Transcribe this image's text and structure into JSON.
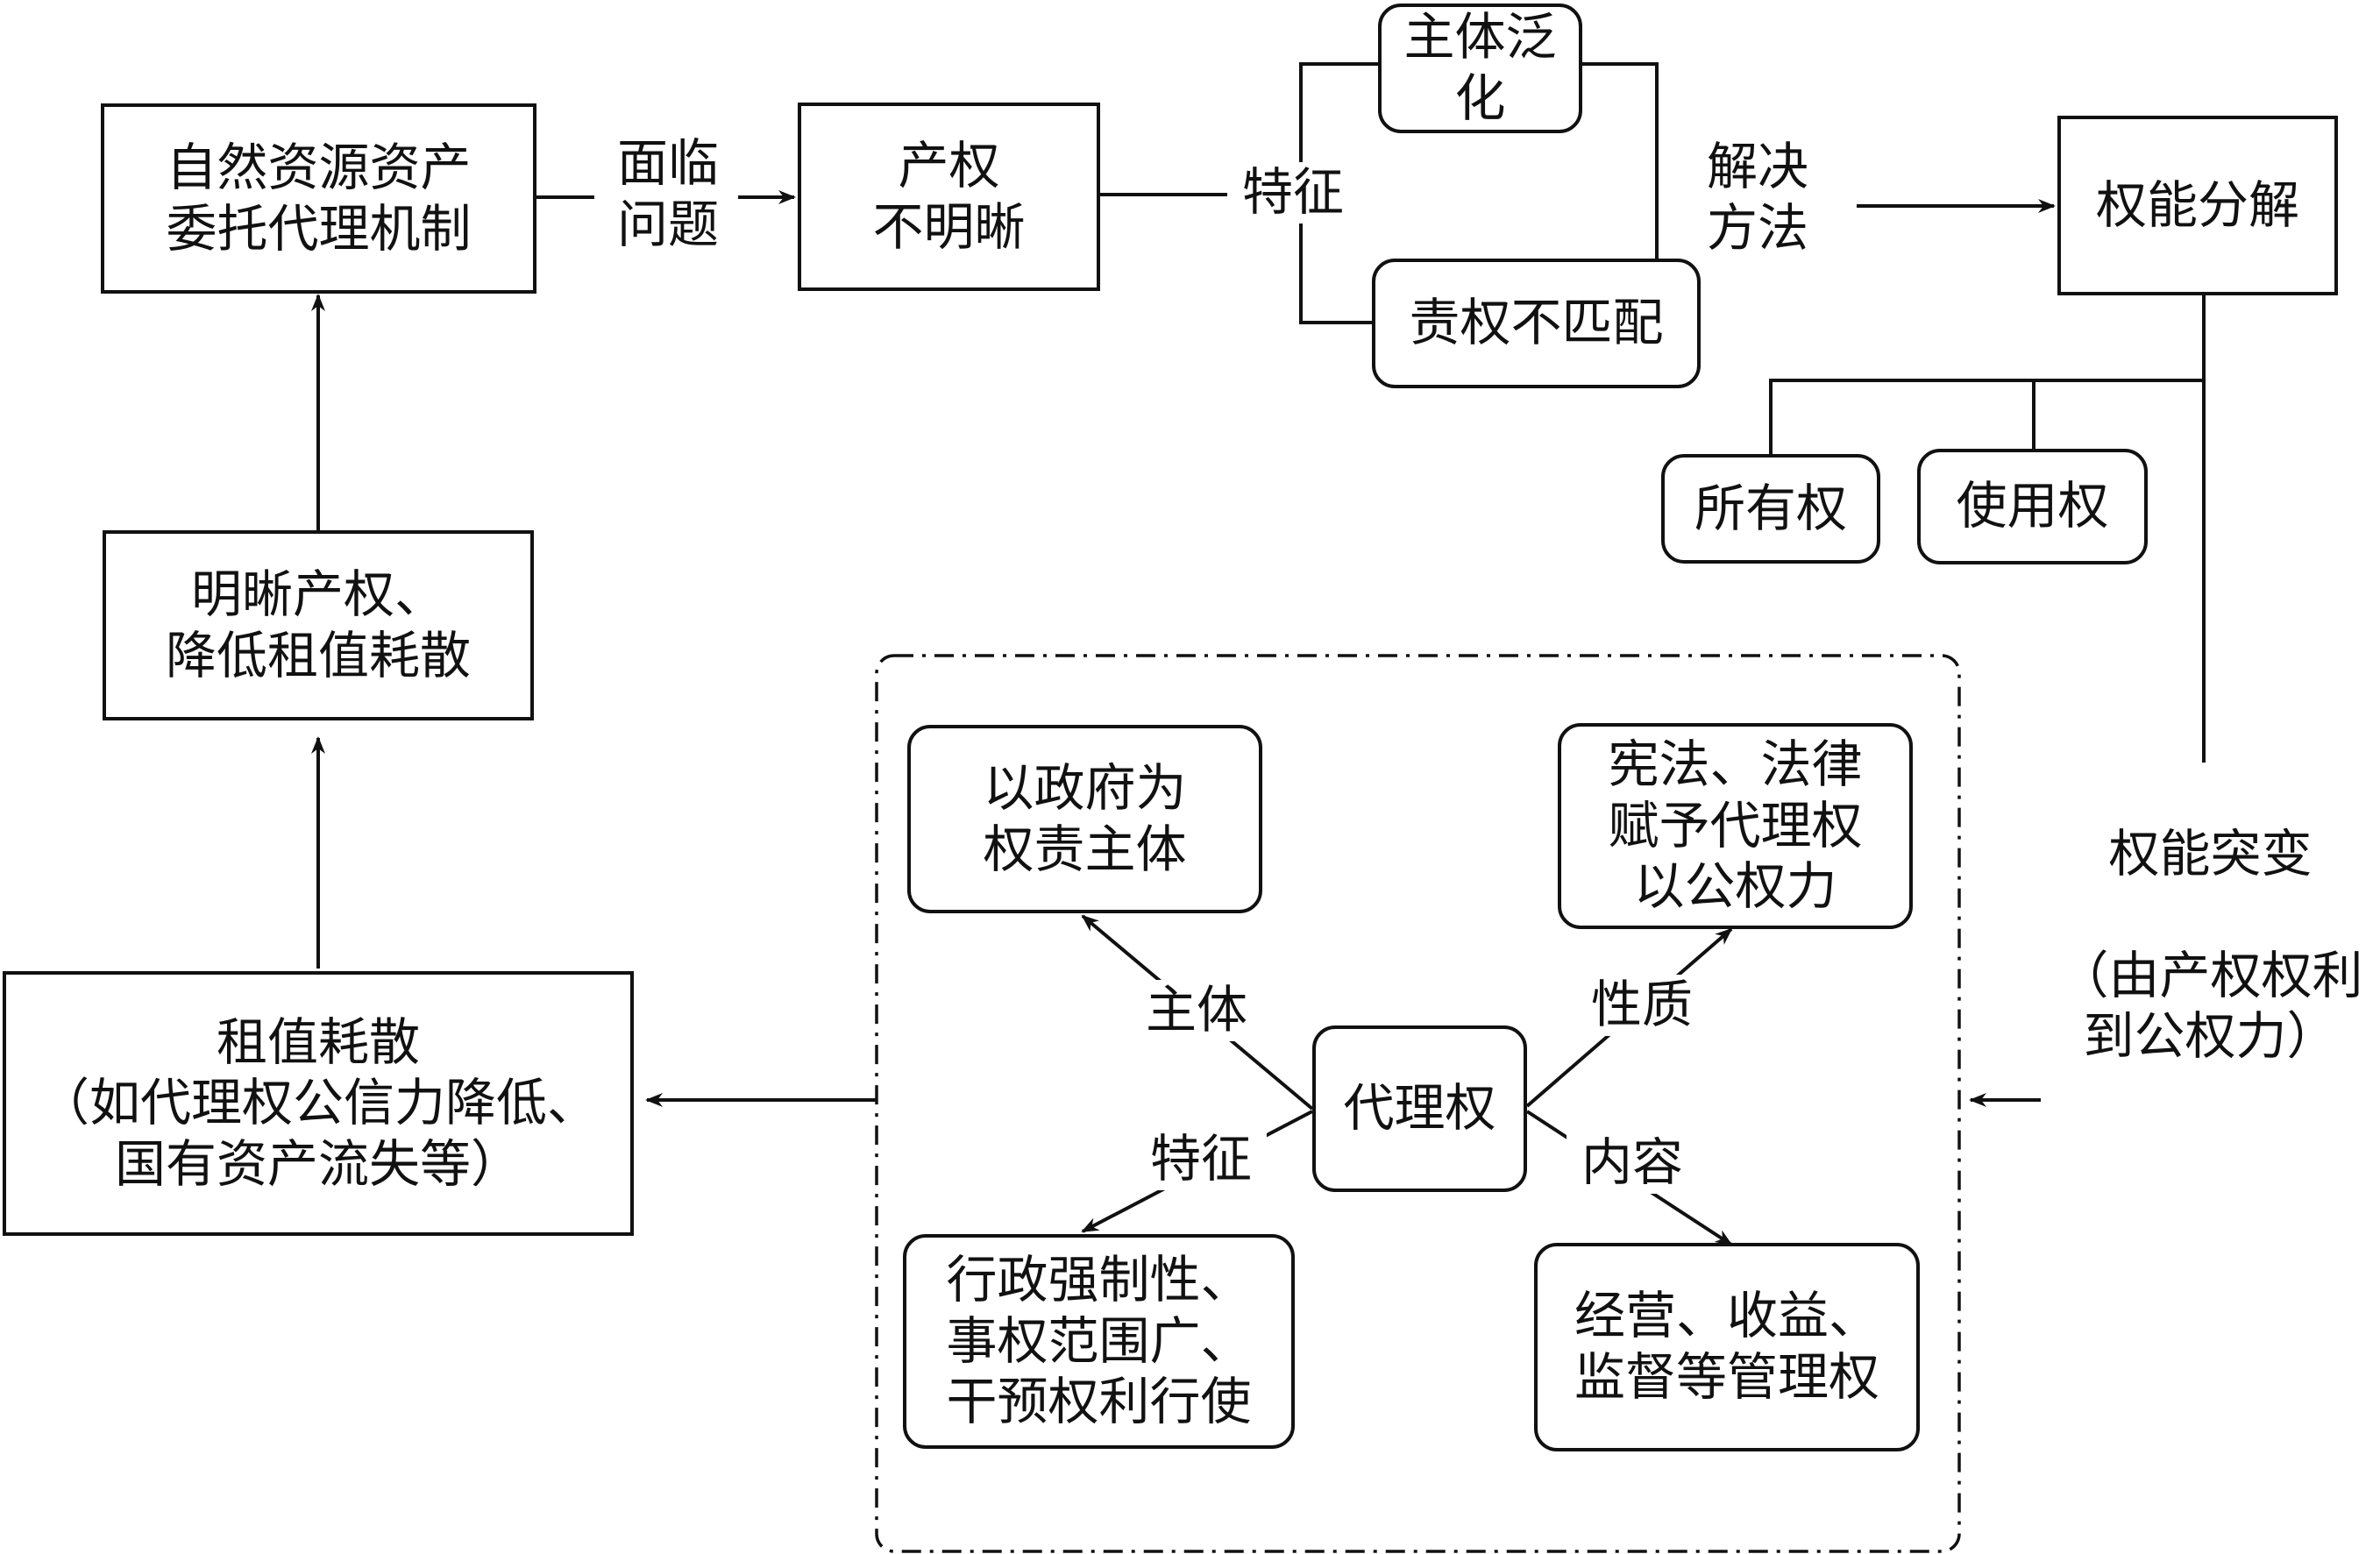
{
  "nodes": {
    "zrzy": "自然资源资产\n委托代理机制",
    "cqbmx": "产权\n不明晰",
    "ztfh": "主体泛化",
    "zqbpp": "责权不匹配",
    "qnfj": "权能分解",
    "syq_own": "所有权",
    "syq_use": "使用权",
    "mxcq": "明晰产权、\n降低租值耗散",
    "zzhs_title": "租值耗散",
    "zzhs_sub": "（如代理权公信力降低、\n国有资产流失等）",
    "dlq": "代理权",
    "zhengfu": "以政府为\n权责主体",
    "xianfa": "宪法、法律\n赋予代理权\n以公权力",
    "xingzheng": "行政强制性、\n事权范围广、\n干预权利行使",
    "jingying": "经营、收益、\n监督等管理权"
  },
  "edge_labels": {
    "mianlin": "面临\n问题",
    "tezheng_top": "特征",
    "jiejue": "解决\n方法",
    "qntb_title": "权能突变",
    "qntb_sub": "（由产权权利\n到公权力）",
    "zhuti": "主体",
    "xingzhi": "性质",
    "tezheng_bottom": "特征",
    "neirong": "内容"
  }
}
